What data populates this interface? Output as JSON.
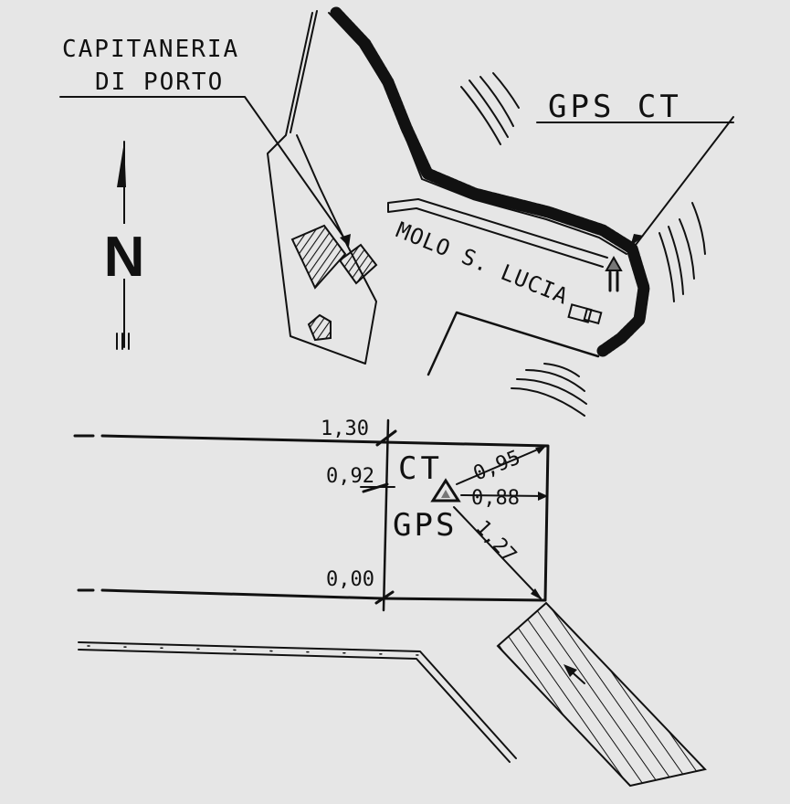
{
  "map": {
    "capitaneria_line1": "CAPITANERIA",
    "capitaneria_line2": "DI PORTO",
    "gps_ct": "GPS CT",
    "molo": "MOLO S. LUCIA",
    "north": "N"
  },
  "detail": {
    "elev_top": "1,30",
    "elev_mid": "0,92",
    "elev_bottom": "0,00",
    "ct": "CT",
    "gps": "GPS",
    "dist1": "0,95",
    "dist2": "0,88",
    "dist3": "1,27"
  }
}
